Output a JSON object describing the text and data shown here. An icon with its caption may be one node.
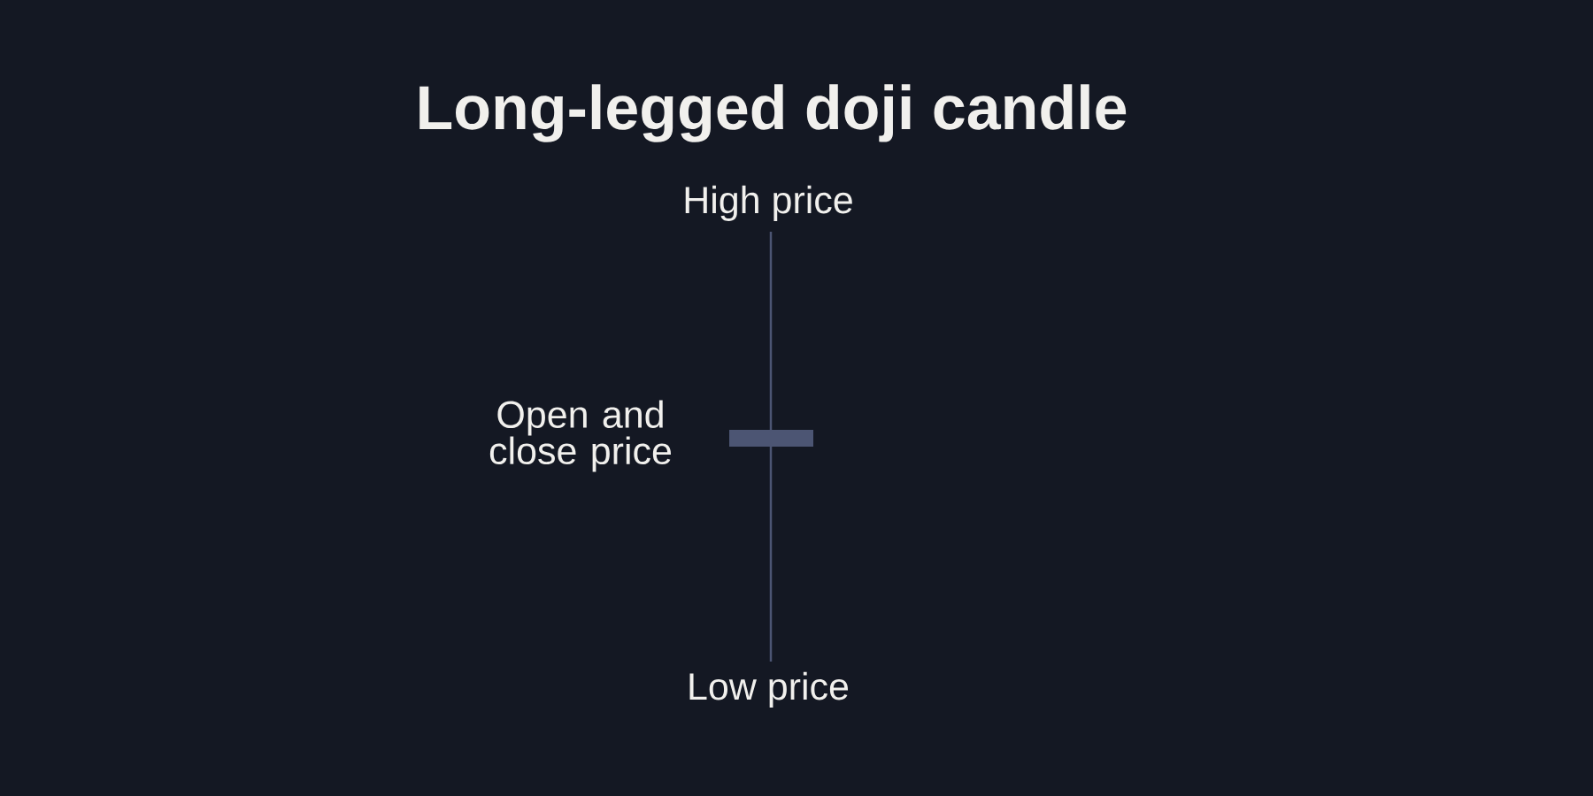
{
  "diagram": {
    "title": "Long-legged doji candle",
    "labels": [
      "High price",
      "Open and close price",
      "Low price"
    ]
  }
}
